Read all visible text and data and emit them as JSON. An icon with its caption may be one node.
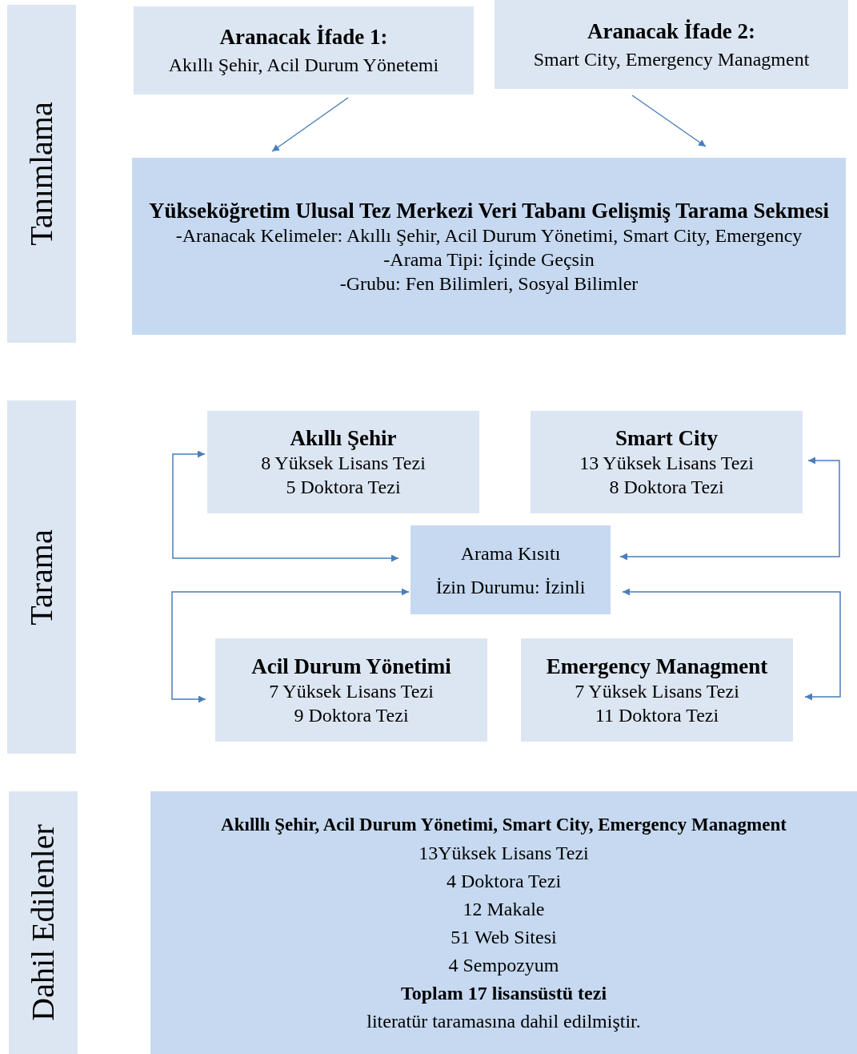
{
  "diagram": {
    "nodes": [
      {
        "text": [
          "Tanımlama"
        ]
      },
      {
        "text": [
          "Aranacak İfade 1:",
          "Akıllı Şehir, Acil Durum Yönetemi"
        ]
      },
      {
        "text": [
          "Aranacak İfade 2:",
          "Smart City, Emergency Managment"
        ]
      },
      {
        "text": [
          "Yükseköğretim Ulusal Tez Merkezi Veri Tabanı Gelişmiş Tarama Sekmesi",
          "-Aranacak Kelimeler: Akıllı Şehir, Acil Durum Yönetimi, Smart City, Emergency",
          "-Arama Tipi: İçinde Geçsin",
          "-Grubu: Fen Bilimleri, Sosyal Bilimler"
        ]
      },
      {
        "text": [
          "Tarama"
        ]
      },
      {
        "text": [
          "Akıllı Şehir",
          "8 Yüksek Lisans Tezi",
          "5 Doktora Tezi"
        ]
      },
      {
        "text": [
          "Smart City",
          "13 Yüksek Lisans Tezi",
          "8 Doktora Tezi"
        ]
      },
      {
        "text": [
          "Arama Kısıtı",
          "İzin Durumu: İzinli"
        ]
      },
      {
        "text": [
          "Acil Durum Yönetimi",
          "7 Yüksek Lisans Tezi",
          "9 Doktora Tezi"
        ]
      },
      {
        "text": [
          "Emergency Managment",
          "7 Yüksek Lisans Tezi",
          "11 Doktora Tezi"
        ]
      },
      {
        "text": [
          "Dahil Edilenler"
        ]
      },
      {
        "text": [
          "Akılllı Şehir, Acil Durum Yönetimi, Smart City, Emergency Managment",
          "13Yüksek Lisans Tezi",
          "4 Doktora Tezi",
          "12 Makale",
          "51 Web Sitesi",
          "4 Sempozyum",
          "Toplam 17 lisansüstü tezi",
          "literatür taramasına dahil edilmiştir."
        ]
      }
    ],
    "edges": [
      {
        "from": 1,
        "to": 3,
        "arrow": "to"
      },
      {
        "from": 2,
        "to": 3,
        "arrow": "to"
      },
      {
        "from": 5,
        "to": 7,
        "arrow": "both"
      },
      {
        "from": 6,
        "to": 7,
        "arrow": "both"
      },
      {
        "from": 7,
        "to": 8,
        "arrow": "both"
      },
      {
        "from": 7,
        "to": 9,
        "arrow": "both"
      }
    ]
  }
}
